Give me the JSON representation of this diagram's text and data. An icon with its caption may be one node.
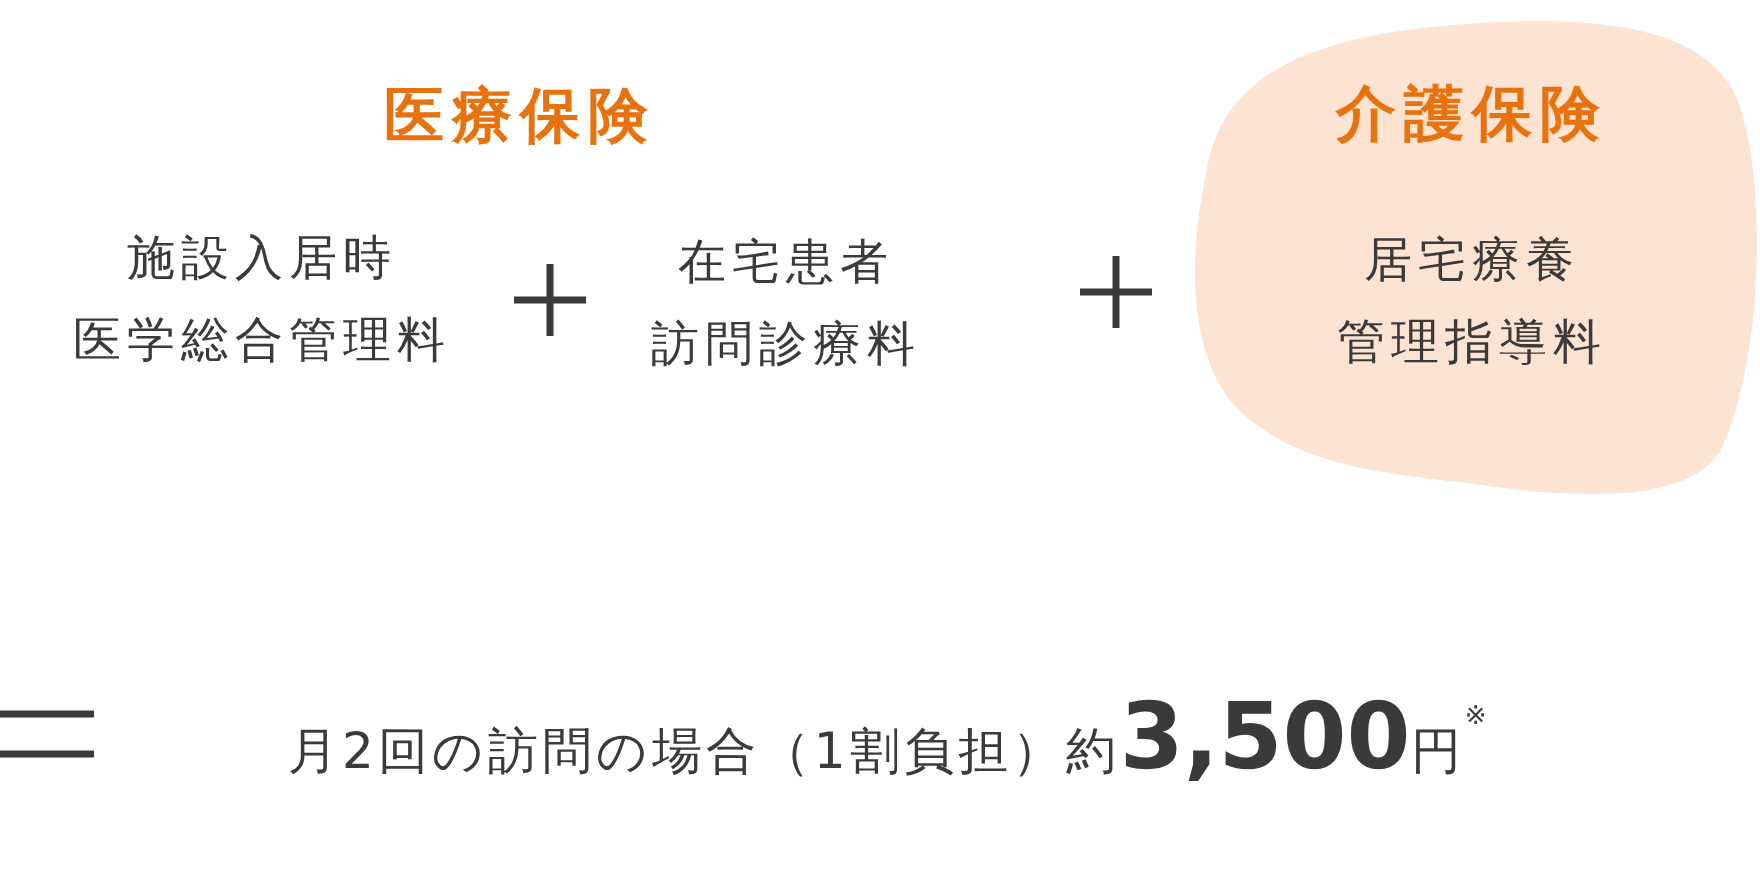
{
  "diagram": {
    "nodes": [
      {
        "text": [
          "介護保険",
          "居宅療養管理指導料"
        ]
      }
    ],
    "labels": [
      "医療保険",
      "施設入居時医学総合管理料",
      "在宅患者訪問診療料",
      "月2回の訪問の場合（1割負担）約**3,500**円$^{※}$"
    ]
  }
}
